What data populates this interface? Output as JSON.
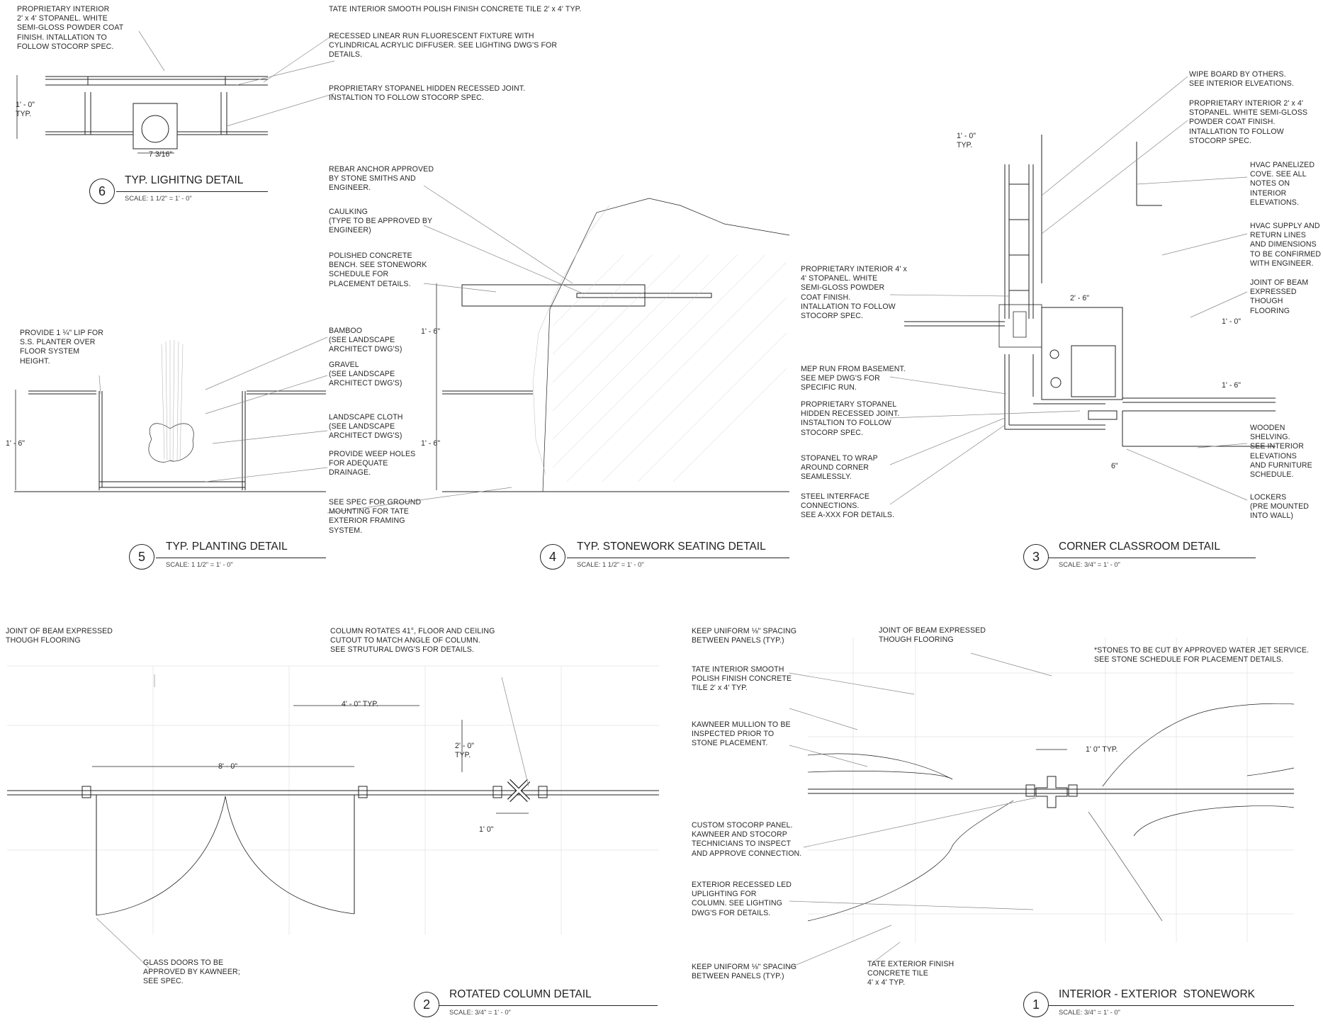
{
  "details": {
    "d6": {
      "number": "6",
      "title": "TYP. LIGHITNG DETAIL",
      "scale": "SCALE: 1 1/2\" = 1' - 0\""
    },
    "d5": {
      "number": "5",
      "title": "TYP. PLANTING DETAIL",
      "scale": "SCALE: 1 1/2\" = 1' - 0\""
    },
    "d4": {
      "number": "4",
      "title": "TYP. STONEWORK SEATING DETAIL",
      "scale": "SCALE: 1 1/2\" = 1' - 0\""
    },
    "d3": {
      "number": "3",
      "title": "CORNER CLASSROOM DETAIL",
      "scale": "SCALE: 3/4\" = 1' - 0\""
    },
    "d2": {
      "number": "2",
      "title": "ROTATED COLUMN DETAIL",
      "scale": "SCALE: 3/4\" = 1' - 0\""
    },
    "d1": {
      "number": "1",
      "title": "INTERIOR - EXTERIOR  STONEWORK",
      "scale": "SCALE: 3/4\" = 1' - 0\""
    }
  },
  "notes": {
    "n6_stopanel": "PROPRIETARY INTERIOR\n2' x 4' STOPANEL. WHITE\nSEMI-GLOSS POWDER COAT\nFINISH. INTALLATION TO\nFOLLOW STOCORP SPEC.",
    "n6_tate": "TATE INTERIOR SMOOTH POLISH FINISH CONCRETE TILE 2' x 4' TYP.",
    "n6_fixture": "RECESSED LINEAR RUN FLUORESCENT FIXTURE WITH\nCYLINDRICAL ACRYLIC DIFFUSER. SEE LIGHTING DWG'S FOR\nDETAILS.",
    "n6_joint": "PROPRIETARY STOPANEL HIDDEN RECESSED JOINT.\nINSTALTION TO FOLLOW STOCORP SPEC.",
    "n4_rebar": "REBAR ANCHOR APPROVED\nBY STONE SMITHS AND\nENGINEER.",
    "n4_caulk": "CAULKING\n(TYPE TO BE APPROVED BY\nENGINEER)",
    "n4_bench": "POLISHED CONCRETE\nBENCH. SEE STONEWORK\nSCHEDULE FOR\nPLACEMENT DETAILS.",
    "n5_bamboo": "BAMBOO\n(SEE LANDSCAPE\nARCHITECT DWG'S)",
    "n5_gravel": "GRAVEL\n(SEE LANDSCAPE\nARCHITECT DWG'S)",
    "n5_cloth": "LANDSCAPE CLOTH\n(SEE LANDSCAPE\nARCHITECT DWG'S)",
    "n5_weep": "PROVIDE WEEP HOLES\nFOR ADEQUATE\nDRAINAGE.",
    "n5_spec": "SEE SPEC FOR GROUND\nMOUNTING FOR TATE\nEXTERIOR FRAMING\nSYSTEM.",
    "n5_lip": "PROVIDE 1 ¼\" LIP FOR\nS.S. PLANTER OVER\nFLOOR SYSTEM\nHEIGHT.",
    "n3_stopanel": "PROPRIETARY INTERIOR 4' x\n4' STOPANEL. WHITE\nSEMI-GLOSS POWDER\nCOAT FINISH.\nINTALLATION TO FOLLOW\nSTOCORP SPEC.",
    "n3_mep": "MEP RUN FROM BASEMENT.\nSEE MEP DWG'S FOR\nSPECIFIC RUN.",
    "n3_joint": "PROPRIETARY STOPANEL\nHIDDEN RECESSED JOINT.\nINSTALTION TO FOLLOW\nSTOCORP SPEC.",
    "n3_wrap": "STOPANEL TO WRAP\nAROUND CORNER\nSEAMLESSLY.",
    "n3_steel": "STEEL INTERFACE\nCONNECTIONS.\nSEE A-XXX FOR DETAILS.",
    "n3_wipe": "WIPE BOARD BY OTHERS.\nSEE INTERIOR ELVEATIONS.",
    "n3_stopanel2": "PROPRIETARY INTERIOR 2' x 4'\nSTOPANEL. WHITE SEMI-GLOSS\nPOWDER COAT FINISH.\nINTALLATION TO FOLLOW\nSTOCORP SPEC.",
    "n3_hvac_cove": "HVAC PANELIZED\nCOVE. SEE ALL\nNOTES ON\nINTERIOR\nELEVATIONS.",
    "n3_hvac_supply": "HVAC SUPPLY AND\nRETURN LINES\nAND DIMENSIONS\nTO BE CONFIRMED\nWITH ENGINEER.",
    "n3_beam": "JOINT OF BEAM\nEXPRESSED\nTHOUGH\nFLOORING",
    "n3_shelving": "WOODEN\nSHELVING.\nSEE INTERIOR\nELEVATIONS\nAND FURNITURE\nSCHEDULE.",
    "n3_lockers": "LOCKERS\n(PRE MOUNTED\nINTO WALL)",
    "n2_beam": "JOINT OF BEAM EXPRESSED\nTHOUGH FLOORING",
    "n2_column": "COLUMN ROTATES 41°, FLOOR AND CEILING\nCUTOUT TO MATCH ANGLE OF COLUMN.\nSEE STRUTURAL DWG'S FOR DETAILS.",
    "n2_glass": "GLASS DOORS TO BE\nAPPROVED BY KAWNEER;\nSEE SPEC.",
    "n1_spacing": "KEEP UNIFORM ⅛\" SPACING\nBETWEEN PANELS (TYP.)",
    "n1_tate": "TATE INTERIOR SMOOTH\nPOLISH FINISH CONCRETE\nTILE 2' x 4' TYP.",
    "n1_mullion": "KAWNEER MULLION TO BE\nINSPECTED PRIOR TO\nSTONE PLACEMENT.",
    "n1_custom": "CUSTOM STOCORP PANEL.\nKAWNEER AND STOCORP\nTECHNICIANS TO INSPECT\nAND APPROVE CONNECTION.",
    "n1_led": "EXTERIOR RECESSED LED\nUPLIGHTING FOR\nCOLUMN. SEE LIGHTING\nDWG'S FOR DETAILS.",
    "n1_spacing2": "KEEP UNIFORM ⅛\" SPACING\nBETWEEN PANELS (TYP.)",
    "n1_tate_ext": "TATE EXTERIOR FINISH\nCONCRETE TILE\n4' x 4' TYP.",
    "n1_beam": "JOINT OF BEAM EXPRESSED\nTHOUGH FLOORING",
    "n1_stones": "*STONES TO BE CUT BY APPROVED WATER JET SERVICE.\nSEE STONE SCHEDULE FOR PLACEMENT DETAILS."
  },
  "dimensions": {
    "d6_height": "1' - 0\"\nTYP.",
    "d6_width": "7 3/16\"",
    "d5_height": "1' - 6\"",
    "d4_height_a": "1' - 6\"",
    "d4_height_b": "1' - 6\"",
    "d3_top": "1' - 0\"\nTYP.",
    "d3_width": "2' - 6\"",
    "d3_r1": "1' - 0\"",
    "d3_r2": "1' - 6\"",
    "d3_six": "6\"",
    "d2_door": "8' - 0\"",
    "d2_typ": "4' - 0\" TYP.",
    "d2_col": "2' - 0\"\nTYP.",
    "d2_col_w": "1' 0\"",
    "d1_typ": "1' 0\" TYP."
  },
  "colors": {
    "line": "#222222",
    "leader": "#888888",
    "grid": "#d8d8d8"
  }
}
